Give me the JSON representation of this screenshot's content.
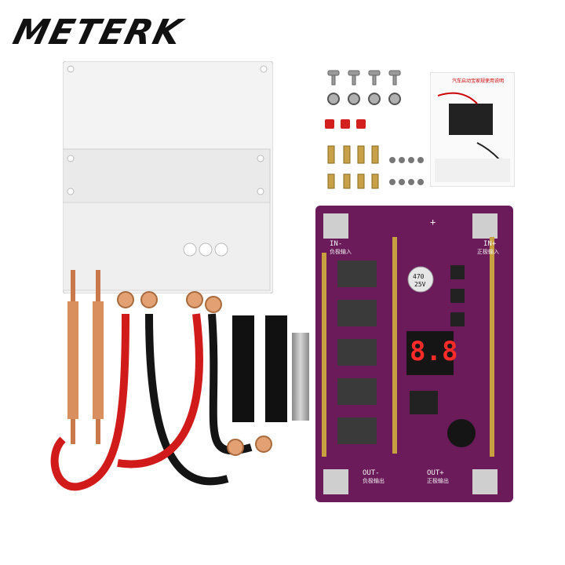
{
  "brand": {
    "logo_text": "METERK"
  },
  "manual": {
    "title_text": "汽车启动宝家规使用说明"
  },
  "pcb": {
    "cap_value": "470",
    "cap_voltage": "25V",
    "label_in_neg": "IN-",
    "label_in_neg_cn": "负极输入",
    "label_in_pos": "IN+",
    "label_in_pos_cn": "正极输入",
    "label_out_neg": "OUT-",
    "label_out_neg_cn": "负极输出",
    "label_out_pos": "OUT+",
    "label_out_pos_cn": "正极输出",
    "plus_mark": "+",
    "display_reading": "8.8"
  },
  "colors": {
    "pcb": "#6b1a5a",
    "copper": "#c8784a",
    "red_wire": "#d11a1a",
    "black_wire": "#141414"
  }
}
